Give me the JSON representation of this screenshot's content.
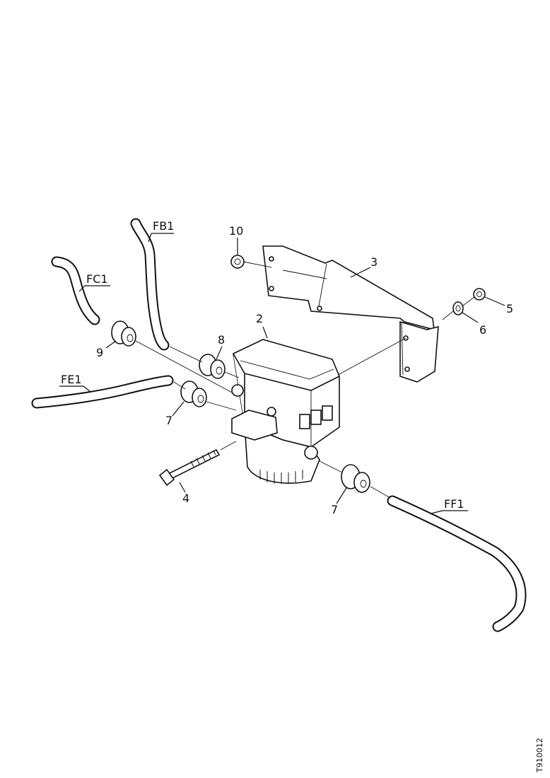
{
  "labels": {
    "fb1": "FB1",
    "fc1": "FC1",
    "fe1": "FE1",
    "ff1": "FF1",
    "n10": "10",
    "n3": "3",
    "n2": "2",
    "n5": "5",
    "n6": "6",
    "n8": "8",
    "n9": "9",
    "n7a": "7",
    "n4": "4",
    "n7b": "7",
    "ref": "T910012"
  }
}
